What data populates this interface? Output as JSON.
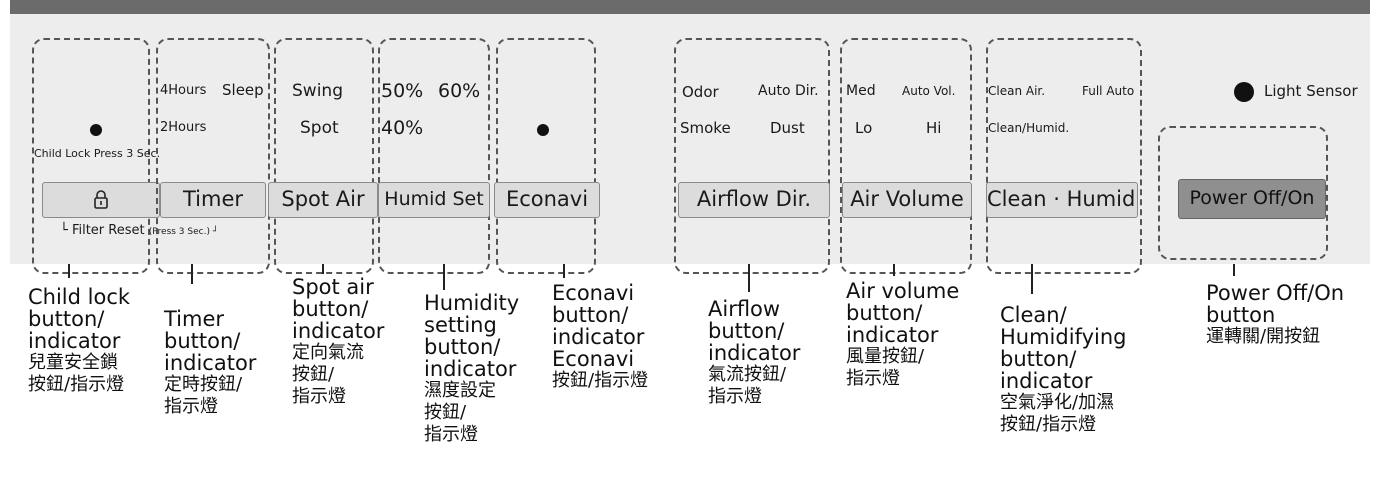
{
  "panel": {
    "child_lock": {
      "caption": "Child Lock Press 3 Sec.",
      "filter_reset": "└  Filter Reset",
      "filter_reset_note": "(Press 3 Sec.)  ┘"
    },
    "timer": {
      "options": [
        "4Hours",
        "Sleep",
        "2Hours"
      ],
      "button": "Timer"
    },
    "spot_air": {
      "options": [
        "Swing",
        "Spot"
      ],
      "button": "Spot  Air"
    },
    "humid": {
      "options": [
        "50%",
        "60%",
        "40%"
      ],
      "button": "Humid Set"
    },
    "econavi": {
      "button": "Econavi"
    },
    "airflow": {
      "options": [
        "Odor",
        "Auto Dir.",
        "Smoke",
        "Dust"
      ],
      "button": "Airflow Dir."
    },
    "air_volume": {
      "options": [
        "Med",
        "Auto Vol.",
        "Lo",
        "Hi"
      ],
      "button": "Air Volume"
    },
    "clean": {
      "options": [
        "Clean Air.",
        "Full Auto",
        "Clean/Humid."
      ],
      "button": "Clean · Humid."
    },
    "power": {
      "sensor": "Light Sensor",
      "button": "Power  Off/On"
    }
  },
  "labels": [
    {
      "lines": [
        "Child lock",
        "button/",
        "indicator"
      ],
      "zh": [
        "兒童安全鎖",
        "按鈕/指示燈"
      ]
    },
    {
      "lines": [
        "Timer",
        "button/",
        "indicator"
      ],
      "zh": [
        "定時按鈕/",
        "指示燈"
      ]
    },
    {
      "lines": [
        "Spot air",
        "button/",
        "indicator"
      ],
      "zh": [
        "定向氣流",
        "按鈕/",
        "指示燈"
      ]
    },
    {
      "lines": [
        "Humidity",
        "setting",
        "button/",
        "indicator"
      ],
      "zh": [
        "濕度設定",
        "按鈕/",
        "指示燈"
      ]
    },
    {
      "lines": [
        "Econavi",
        "button/",
        "indicator",
        "Econavi"
      ],
      "zh": [
        "按鈕/指示燈"
      ]
    },
    {
      "lines": [
        "Airflow",
        "button/",
        "indicator"
      ],
      "zh": [
        "氣流按鈕/",
        "指示燈"
      ]
    },
    {
      "lines": [
        "Air volume",
        "button/",
        "indicator"
      ],
      "zh": [
        "風量按鈕/",
        "指示燈"
      ]
    },
    {
      "lines": [
        "Clean/",
        "Humidifying",
        "button/",
        "indicator"
      ],
      "zh": [
        "空氣淨化/加濕",
        "按鈕/指示燈"
      ]
    },
    {
      "lines": [
        "Power Off/On",
        "button"
      ],
      "zh": [
        "運轉關/開按鈕"
      ]
    }
  ]
}
